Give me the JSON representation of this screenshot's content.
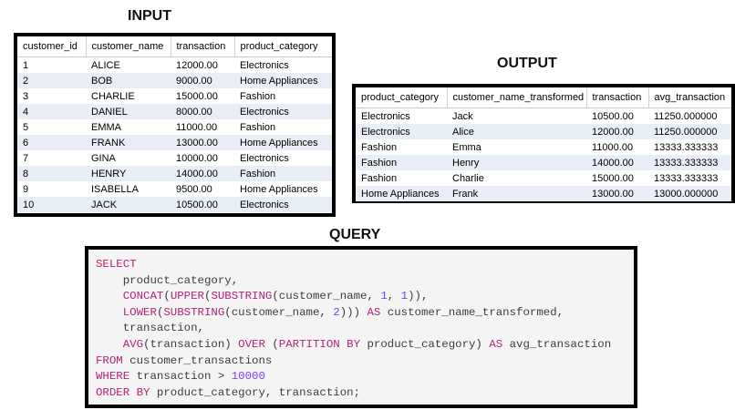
{
  "input": {
    "heading": "INPUT",
    "columns": [
      "customer_id",
      "customer_name",
      "transaction",
      "product_category"
    ],
    "rows": [
      [
        "1",
        "ALICE",
        "12000.00",
        "Electronics"
      ],
      [
        "2",
        "BOB",
        "9000.00",
        "Home Appliances"
      ],
      [
        "3",
        "CHARLIE",
        "15000.00",
        "Fashion"
      ],
      [
        "4",
        "DANIEL",
        "8000.00",
        "Electronics"
      ],
      [
        "5",
        "EMMA",
        "11000.00",
        "Fashion"
      ],
      [
        "6",
        "FRANK",
        "13000.00",
        "Home Appliances"
      ],
      [
        "7",
        "GINA",
        "10000.00",
        "Electronics"
      ],
      [
        "8",
        "HENRY",
        "14000.00",
        "Fashion"
      ],
      [
        "9",
        "ISABELLA",
        "9500.00",
        "Home Appliances"
      ],
      [
        "10",
        "JACK",
        "10500.00",
        "Electronics"
      ]
    ]
  },
  "output": {
    "heading": "OUTPUT",
    "columns": [
      "product_category",
      "customer_name_transformed",
      "transaction",
      "avg_transaction"
    ],
    "rows": [
      [
        "Electronics",
        "Jack",
        "10500.00",
        "11250.000000"
      ],
      [
        "Electronics",
        "Alice",
        "12000.00",
        "11250.000000"
      ],
      [
        "Fashion",
        "Emma",
        "11000.00",
        "13333.333333"
      ],
      [
        "Fashion",
        "Henry",
        "14000.00",
        "13333.333333"
      ],
      [
        "Fashion",
        "Charlie",
        "15000.00",
        "13333.333333"
      ],
      [
        "Home Appliances",
        "Frank",
        "13000.00",
        "13000.000000"
      ]
    ]
  },
  "query": {
    "heading": "QUERY",
    "lines": [
      [
        {
          "t": "SELECT",
          "c": "kw"
        }
      ],
      [
        {
          "t": "    product_category,",
          "c": "plain"
        }
      ],
      [
        {
          "t": "    ",
          "c": "plain"
        },
        {
          "t": "CONCAT",
          "c": "kw"
        },
        {
          "t": "(",
          "c": "plain"
        },
        {
          "t": "UPPER",
          "c": "kw"
        },
        {
          "t": "(",
          "c": "plain"
        },
        {
          "t": "SUBSTRING",
          "c": "kw"
        },
        {
          "t": "(customer_name, ",
          "c": "plain"
        },
        {
          "t": "1",
          "c": "num"
        },
        {
          "t": ", ",
          "c": "plain"
        },
        {
          "t": "1",
          "c": "num"
        },
        {
          "t": ")),",
          "c": "plain"
        }
      ],
      [
        {
          "t": "    ",
          "c": "plain"
        },
        {
          "t": "LOWER",
          "c": "kw"
        },
        {
          "t": "(",
          "c": "plain"
        },
        {
          "t": "SUBSTRING",
          "c": "kw"
        },
        {
          "t": "(customer_name, ",
          "c": "plain"
        },
        {
          "t": "2",
          "c": "num"
        },
        {
          "t": "))) ",
          "c": "plain"
        },
        {
          "t": "AS",
          "c": "kw"
        },
        {
          "t": " customer_name_transformed,",
          "c": "plain"
        }
      ],
      [
        {
          "t": "    transaction,",
          "c": "plain"
        }
      ],
      [
        {
          "t": "    ",
          "c": "plain"
        },
        {
          "t": "AVG",
          "c": "kw"
        },
        {
          "t": "(transaction) ",
          "c": "plain"
        },
        {
          "t": "OVER",
          "c": "kw"
        },
        {
          "t": " (",
          "c": "plain"
        },
        {
          "t": "PARTITION BY",
          "c": "kw"
        },
        {
          "t": " product_category) ",
          "c": "plain"
        },
        {
          "t": "AS",
          "c": "kw"
        },
        {
          "t": " avg_transaction",
          "c": "plain"
        }
      ],
      [
        {
          "t": "FROM",
          "c": "kw"
        },
        {
          "t": " customer_transactions",
          "c": "plain"
        }
      ],
      [
        {
          "t": "WHERE",
          "c": "kw"
        },
        {
          "t": " transaction > ",
          "c": "plain"
        },
        {
          "t": "10000",
          "c": "num"
        }
      ],
      [
        {
          "t": "ORDER BY",
          "c": "kw"
        },
        {
          "t": " product_category, transaction;",
          "c": "plain"
        }
      ]
    ]
  },
  "colors": {
    "keyword": "#b0247a",
    "number": "#7a3df0",
    "code_background": "#f4f4f4",
    "row_stripe": "#e9eef6"
  }
}
